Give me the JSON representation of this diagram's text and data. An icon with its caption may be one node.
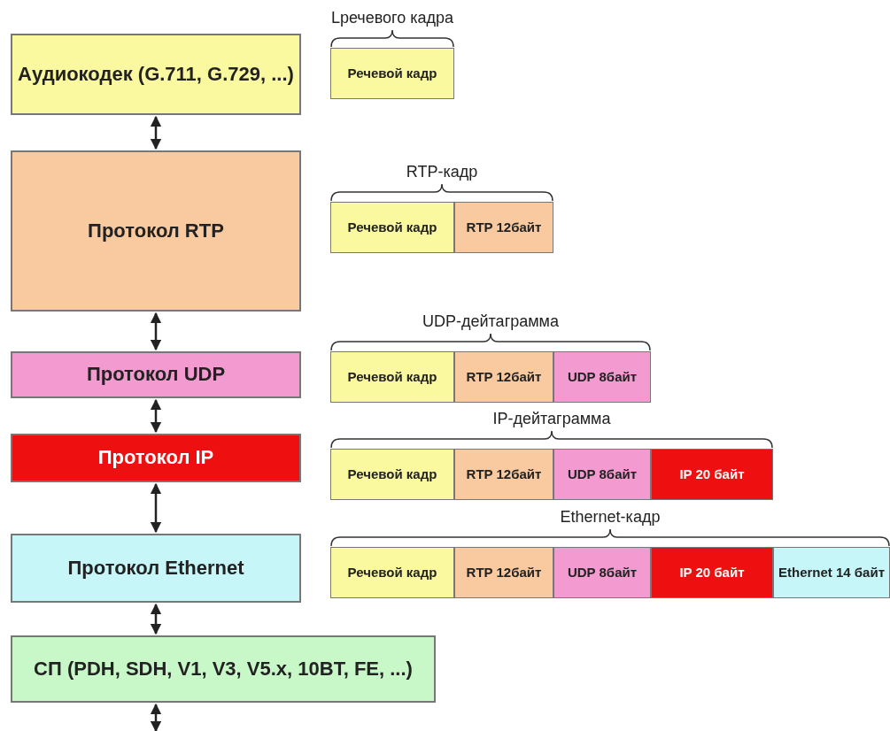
{
  "diagram": {
    "nodes": [
      {
        "text": [
          "Аудиокодек (G.711, G.729, ...)"
        ]
      },
      {
        "text": [
          "Протокол RTP"
        ]
      },
      {
        "text": [
          "Протокол UDP"
        ]
      },
      {
        "text": [
          "Протокол IP"
        ]
      },
      {
        "text": [
          "Протокол Ethernet"
        ]
      },
      {
        "text": [
          "СП (PDH, SDH, V1, V3, V5.x, 10BT, FE, ...)"
        ]
      },
      {
        "text": [
          "Lречевого кадра"
        ]
      },
      {
        "text": [
          "Речевой кадр"
        ],
        "in": 6
      },
      {
        "text": [
          "RTP-кадр"
        ]
      },
      {
        "text": [
          "Речевой кадр"
        ],
        "in": 8
      },
      {
        "text": [
          "RTP 12байт"
        ],
        "in": 8
      },
      {
        "text": [
          "UDP-дейтаграмма"
        ]
      },
      {
        "text": [
          "Речевой кадр"
        ],
        "in": 11
      },
      {
        "text": [
          "RTP 12байт"
        ],
        "in": 11
      },
      {
        "text": [
          "UDP 8байт"
        ],
        "in": 11
      },
      {
        "text": [
          "IP-дейтаграмма"
        ]
      },
      {
        "text": [
          "Речевой кадр"
        ],
        "in": 15
      },
      {
        "text": [
          "RTP 12байт"
        ],
        "in": 15
      },
      {
        "text": [
          "UDP 8байт"
        ],
        "in": 15
      },
      {
        "text": [
          "IP 20 байт"
        ],
        "in": 15
      },
      {
        "text": [
          "Ethernet-кадр"
        ]
      },
      {
        "text": [
          "Речевой кадр"
        ],
        "in": 20
      },
      {
        "text": [
          "RTP 12байт"
        ],
        "in": 20
      },
      {
        "text": [
          "UDP 8байт"
        ],
        "in": 20
      },
      {
        "text": [
          "IP 20 байт"
        ],
        "in": 20
      },
      {
        "text": [
          "Ethernet 14 байт"
        ],
        "in": 20
      }
    ],
    "edges": [
      {
        "from": 0,
        "to": 1,
        "arrow": "both"
      },
      {
        "from": 1,
        "to": 2,
        "arrow": "both"
      },
      {
        "from": 2,
        "to": 3,
        "arrow": "both"
      },
      {
        "from": 3,
        "to": 4,
        "arrow": "both"
      },
      {
        "from": 4,
        "to": 5,
        "arrow": "both"
      },
      {
        "from": 5,
        "to": null,
        "arrow": "both"
      }
    ]
  }
}
